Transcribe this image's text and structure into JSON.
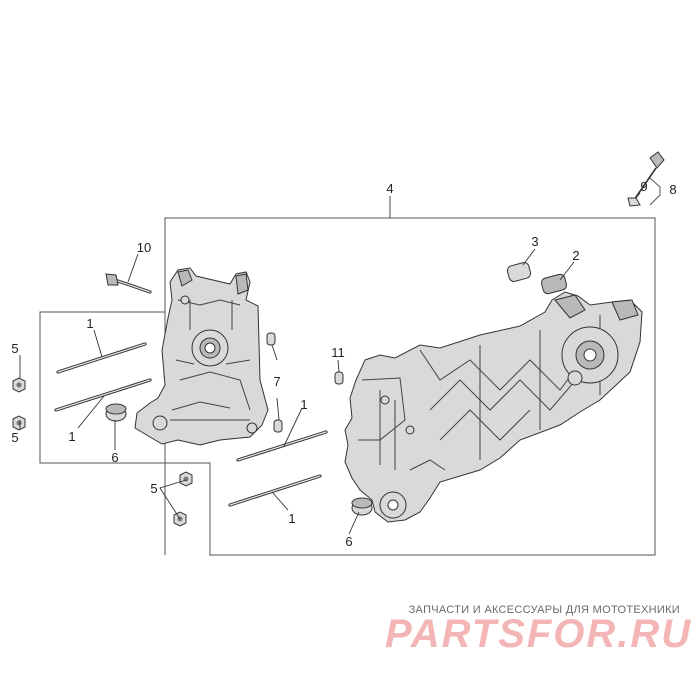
{
  "diagram": {
    "callouts": {
      "c1a": "1",
      "c1b": "1",
      "c1c": "1",
      "c1d": "1",
      "c2": "2",
      "c3": "3",
      "c4": "4",
      "c5a": "5",
      "c5b": "5",
      "c5c": "5",
      "c6a": "6",
      "c6b": "6",
      "c7": "7",
      "c8": "8",
      "c9": "9",
      "c10": "10",
      "c11": "11"
    }
  },
  "watermark": {
    "tagline": "ЗАПЧАСТИ И АКСЕССУАРЫ ДЛЯ МОТОТЕХНИКИ",
    "logo": "PARTSFOR.RU"
  }
}
